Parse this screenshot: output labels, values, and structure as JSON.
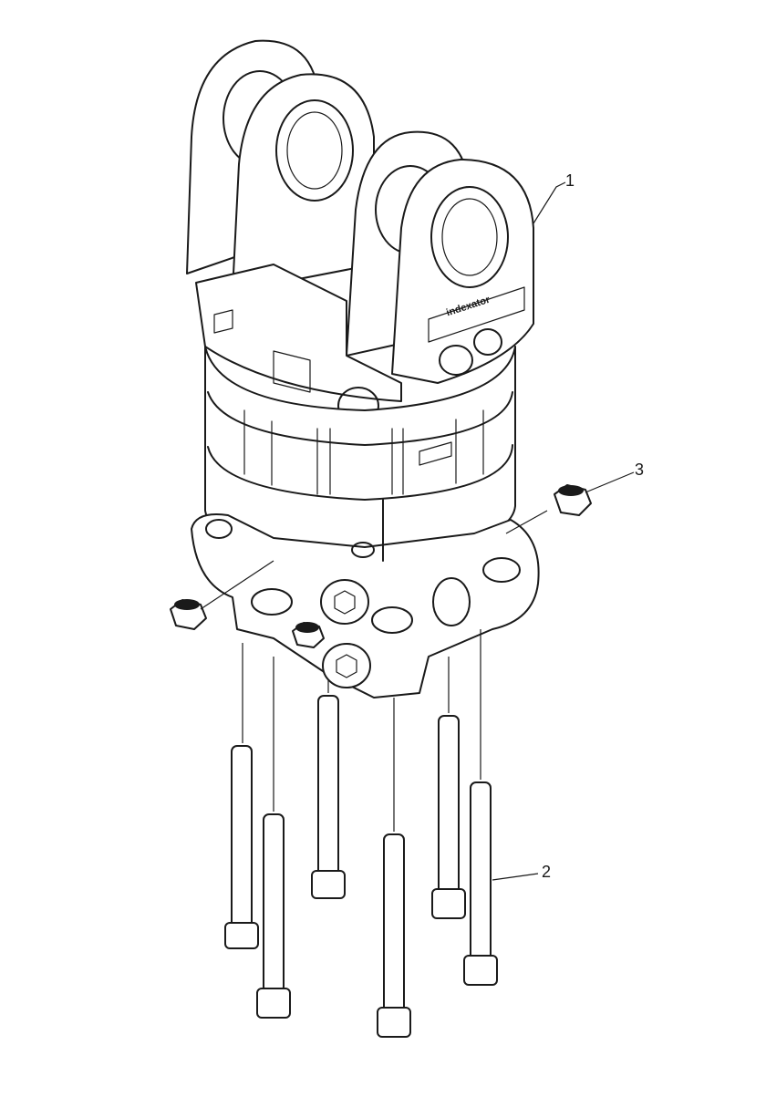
{
  "callouts": {
    "part1": "1",
    "part2": "2",
    "part3": "3"
  },
  "brand_mark": "indexator"
}
